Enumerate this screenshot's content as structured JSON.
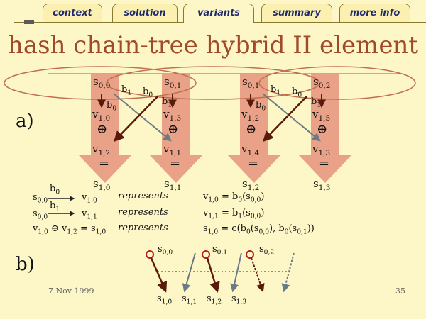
{
  "tabs": [
    {
      "label": "context"
    },
    {
      "label": "solution"
    },
    {
      "label": "variants"
    },
    {
      "label": "summary"
    },
    {
      "label": "more info"
    }
  ],
  "active_tab": "variants",
  "title": "hash chain-tree hybrid II element",
  "section_a": "a)",
  "section_b": "b)",
  "operator_symbol": "⊕",
  "equals_symbol": "=",
  "legend": {
    "represents": "represents",
    "r1_eq": "v1,0 = b0(s0,0)",
    "r2_eq": "v1,1 = b1(s0,0)",
    "r3_eq": "s1,0 = c(b0(s0,0), b0(s0,1))"
  },
  "footer": {
    "date": "7 Nov 1999",
    "page": "35"
  },
  "colors": {
    "accent": "#a04a2a",
    "arrow_fill": "#e9a287",
    "tab_text": "#1f2a6e",
    "background": "#fdf6c6"
  }
}
